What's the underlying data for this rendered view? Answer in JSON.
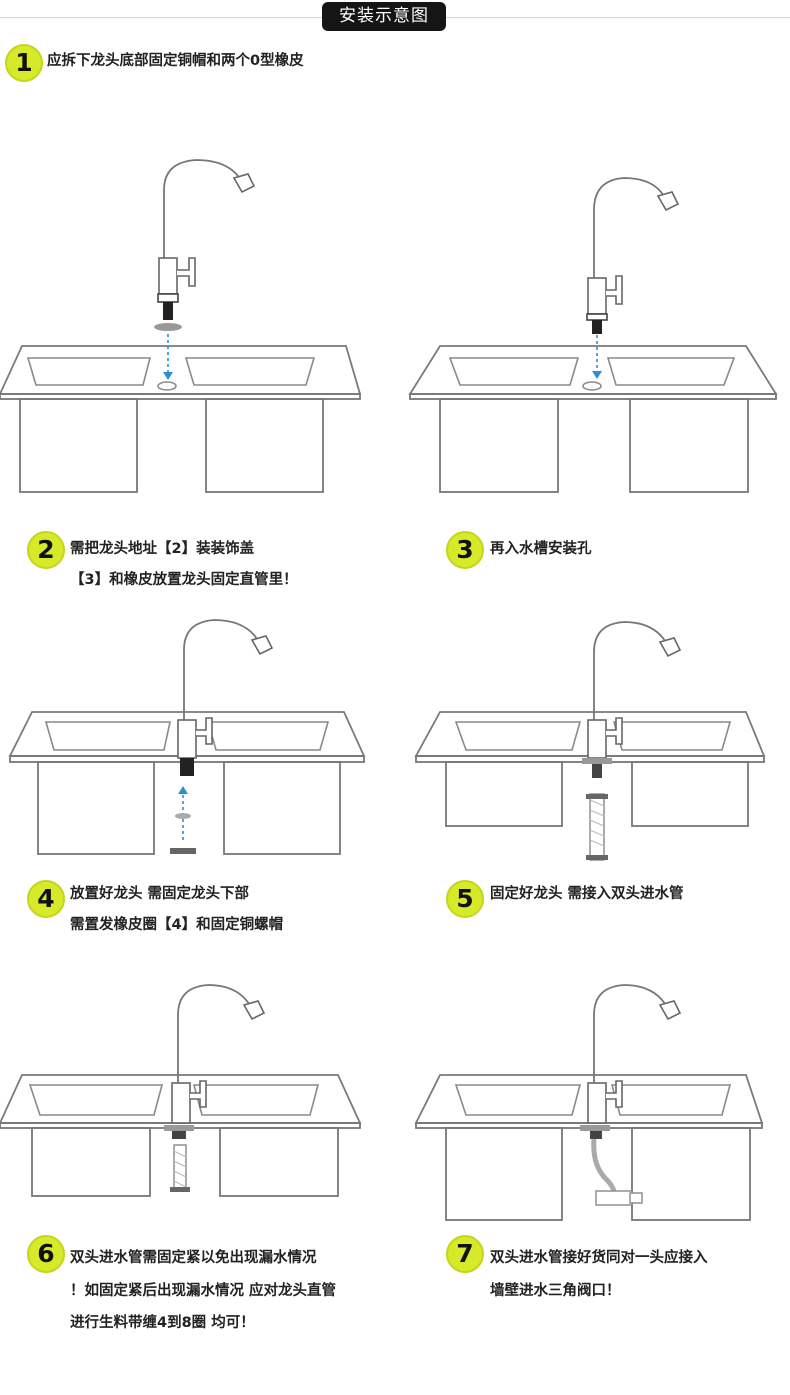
{
  "header": {
    "title": "安装示意图"
  },
  "steps": [
    {
      "num": "1",
      "lines": [
        "应拆下龙头底部固定铜帽和两个0型橡皮"
      ]
    },
    {
      "num": "2",
      "lines": [
        "需把龙头地址【2】装装饰盖",
        "【3】和橡皮放置龙头固定直管里！"
      ]
    },
    {
      "num": "3",
      "lines": [
        "再入水槽安装孔"
      ]
    },
    {
      "num": "4",
      "lines": [
        "放置好龙头 需固定龙头下部",
        "需置发橡皮圈【4】和固定铜螺帽"
      ]
    },
    {
      "num": "5",
      "lines": [
        "固定好龙头 需接入双头进水管"
      ]
    },
    {
      "num": "6",
      "lines": [
        "双头进水管需固定紧以免出现漏水情况",
        "！如固定紧后出现漏水情况 应对龙头直管",
        "进行生料带缠4到8圈 均可！"
      ]
    },
    {
      "num": "7",
      "lines": [
        "双头进水管接好货同对一头应接入",
        "墙壁进水三角阀口！"
      ]
    }
  ],
  "colors": {
    "badge": "#d7ea29",
    "header_bg": "#151515",
    "arrow": "#2b8fd1",
    "line": "#777777"
  }
}
